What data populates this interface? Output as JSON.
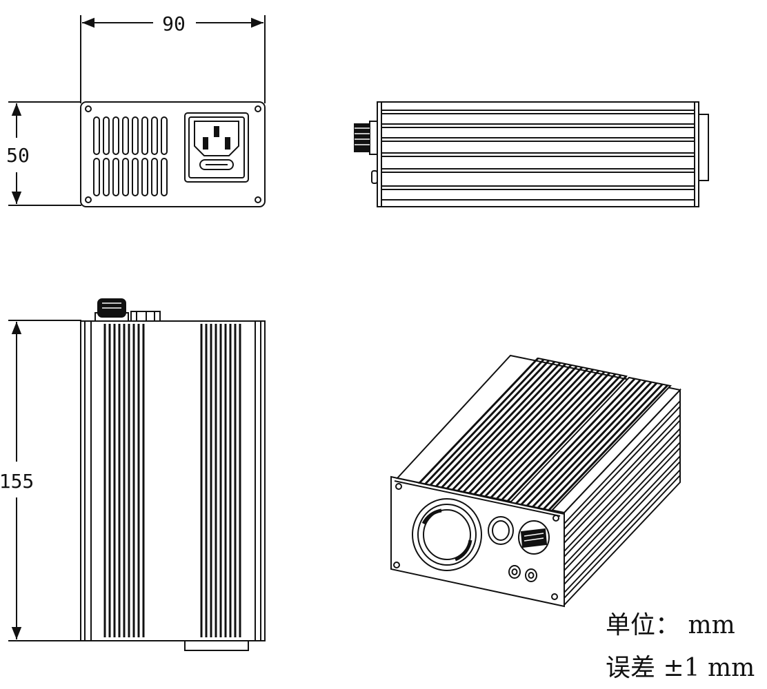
{
  "dimensions": {
    "width": "90",
    "height": "50",
    "length": "155"
  },
  "notes": {
    "unit": "单位：  mm",
    "tolerance": "误差  ±1  mm"
  },
  "colors": {
    "line": "#111111",
    "background": "#ffffff"
  }
}
